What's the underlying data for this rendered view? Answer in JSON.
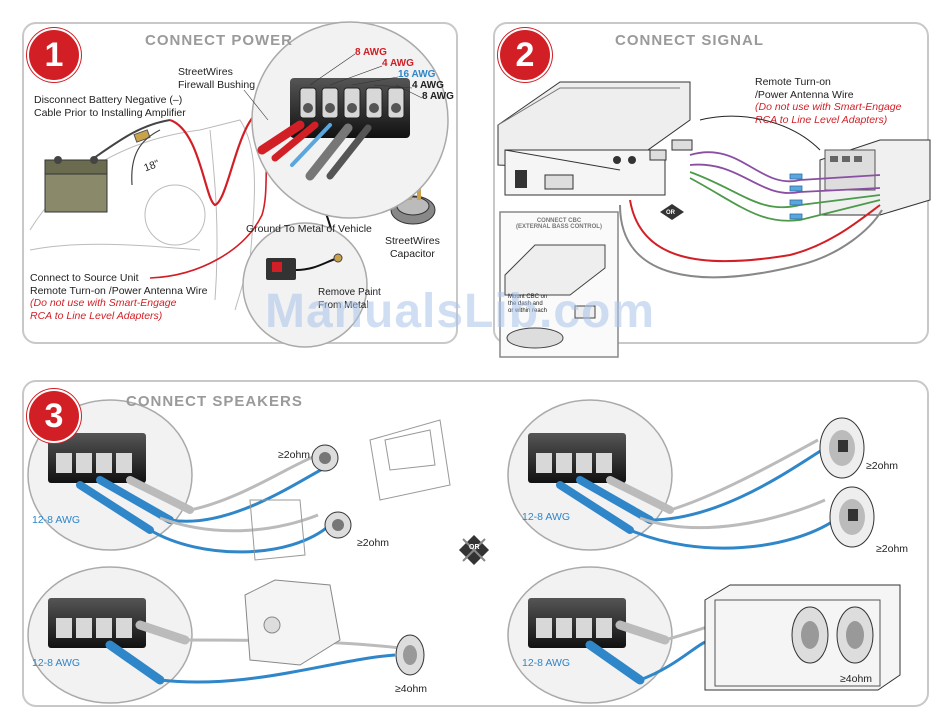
{
  "section1": {
    "number": "1",
    "title": "CONNECT POWER",
    "awg_labels": [
      "8 AWG",
      "4 AWG",
      "16 AWG",
      "4 AWG",
      "8 AWG"
    ],
    "firewall_bushing": "StreetWires\nFirewall Bushing",
    "disconnect_battery": "Disconnect Battery Negative (–)\nCable Prior to Installing Amplifier",
    "distance": "18\"",
    "ground": "Ground To Metal of Vehicle",
    "capacitor": "StreetWires\nCapacitor",
    "remove_paint": "Remove Paint\nFrom Metal",
    "source_unit": "Connect to Source Unit\nRemote Turn-on /Power Antenna Wire",
    "warning": "(Do not use with Smart-Engage\nRCA to Line Level Adapters)"
  },
  "section2": {
    "number": "2",
    "title": "CONNECT SIGNAL",
    "remote_turnon": "Remote Turn-on\n/Power Antenna Wire",
    "warning": "(Do not use with Smart-Engage\nRCA to Line Level Adapters)",
    "or": "OR",
    "cbc_title": "CONNECT CBC\n(EXTERNAL BASS CONTROL)",
    "cbc_note": "Mount CBC on\nthe dash and\nor within reach"
  },
  "section3": {
    "number": "3",
    "title": "CONNECT SPEAKERS",
    "awg": "12-8 AWG",
    "ohm_2": "≥2ohm",
    "ohm_4": "≥4ohm",
    "or": "OR"
  },
  "watermark": "ManualsLib.com",
  "colors": {
    "accent_red": "#d21f26",
    "wire_blue": "#2f86c8",
    "wire_gray": "#9b9b9b",
    "panel_border": "#c8c8c8"
  }
}
